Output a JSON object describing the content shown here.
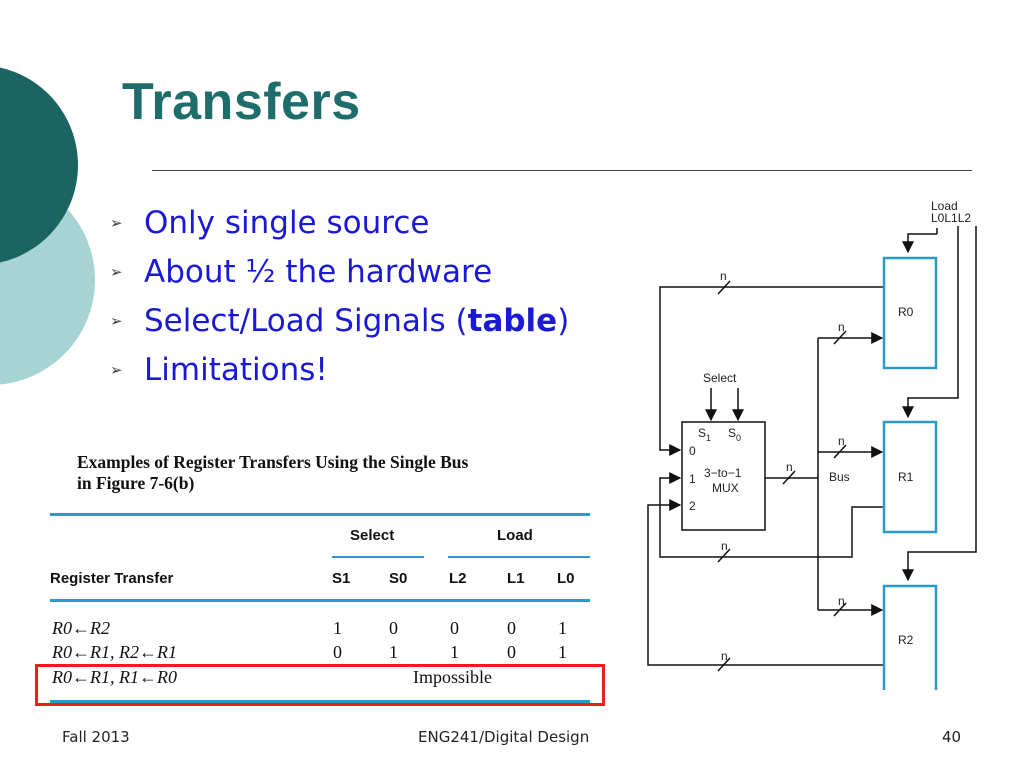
{
  "slide": {
    "title": "Transfers",
    "bullets": [
      {
        "text": "Only single source"
      },
      {
        "text": "About ½ the hardware"
      },
      {
        "pre": "Select/Load Signals (",
        "bold": "table",
        "post": ")"
      },
      {
        "text": "Limitations!"
      }
    ]
  },
  "table": {
    "caption_line1": "Examples of Register Transfers Using the Single Bus",
    "caption_line2": "in Figure 7-6(b)",
    "group_select": "Select",
    "group_load": "Load",
    "col_transfer": "Register Transfer",
    "cols": [
      "S1",
      "S0",
      "L2",
      "L1",
      "L0"
    ],
    "rows": [
      {
        "transfer": "R0←R2",
        "values": [
          "1",
          "0",
          "0",
          "0",
          "1"
        ]
      },
      {
        "transfer": "R0←R1, R2←R1",
        "values": [
          "0",
          "1",
          "1",
          "0",
          "1"
        ]
      },
      {
        "transfer": "R0←R1, R1←R0",
        "note": "Impossible"
      }
    ]
  },
  "diagram": {
    "load_label": "Load",
    "load_signals": "L0L1L2",
    "select_label": "Select",
    "s1": "S",
    "s1_sub": "1",
    "s0": "S",
    "s0_sub": "0",
    "mux_line1": "3−to−1",
    "mux_line2": "MUX",
    "mux_inputs": [
      "0",
      "1",
      "2"
    ],
    "bus_label": "Bus",
    "width_label": "n",
    "registers": [
      "R0",
      "R1",
      "R2"
    ]
  },
  "footer": {
    "left": "Fall 2013",
    "center": "ENG241/Digital Design",
    "right": "40"
  },
  "colors": {
    "title": "#1f6d6b",
    "bullet_text": "#1a1ad4",
    "table_rule": "#2b9ac9",
    "register_box": "#2b9ac9",
    "highlight": "#ee1c1c",
    "deco_dark": "#1b6461",
    "deco_light": "#a7d3d2"
  }
}
